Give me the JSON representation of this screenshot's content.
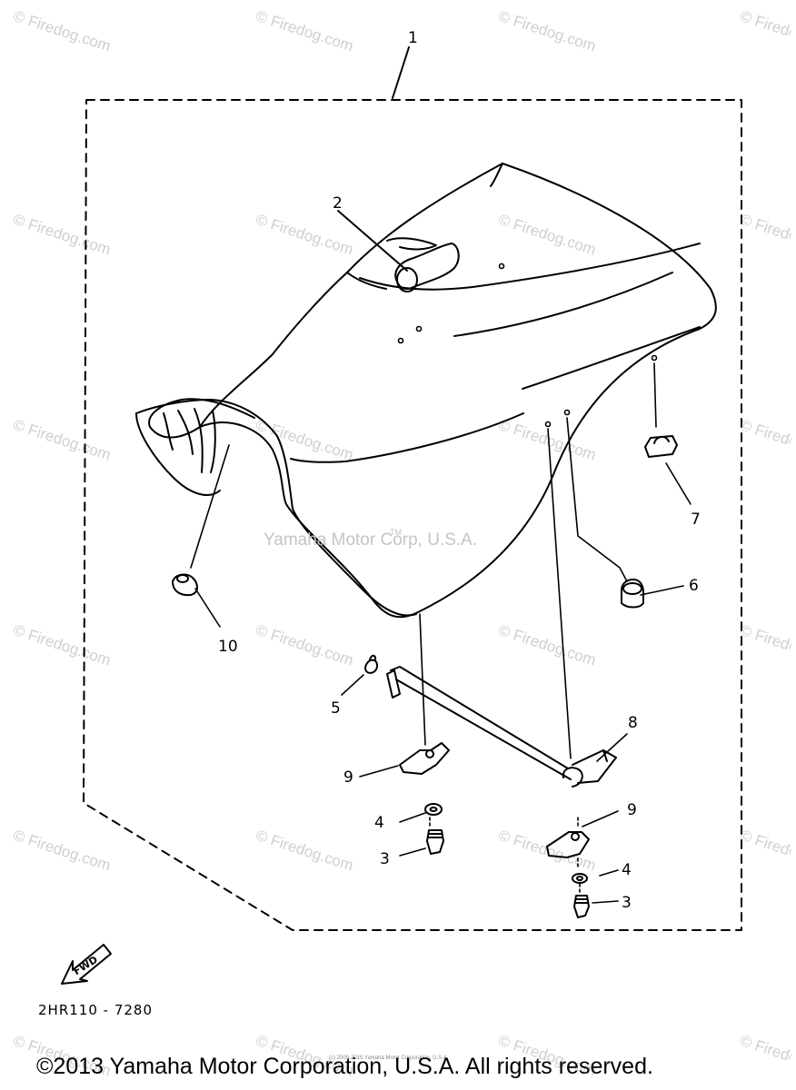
{
  "watermark": "© Firedog.com",
  "center_watermark": "Yamaha Motor Corp, U.S.A.",
  "center_watermark_mark": "TM",
  "callouts": [
    "1",
    "2",
    "3",
    "3",
    "4",
    "4",
    "5",
    "6",
    "7",
    "8",
    "9",
    "9",
    "10"
  ],
  "fwd_label": "FWD",
  "drawing_code": "2HR110 - 7280",
  "footer_copyright": "©2013 Yamaha Motor Corporation, U.S.A. All rights reserved.",
  "footer_small": "(c) 2005-2015 Yamaha Motor Corporation, U.S.A."
}
